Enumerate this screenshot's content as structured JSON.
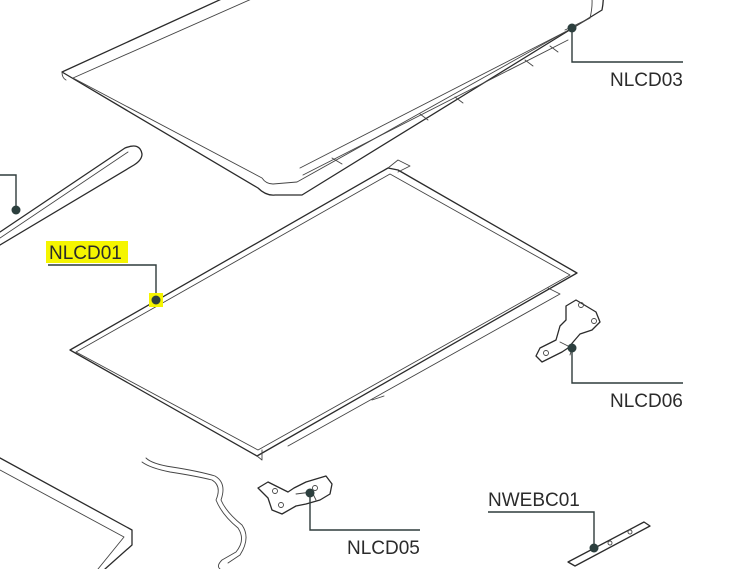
{
  "callouts": {
    "nlcd01": "NLCD01",
    "nlcd03": "NLCD03",
    "nlcd05": "NLCD05",
    "nlcd06": "NLCD06",
    "nwebc01": "NWEBC01"
  },
  "highlight_color": "#f5f500"
}
